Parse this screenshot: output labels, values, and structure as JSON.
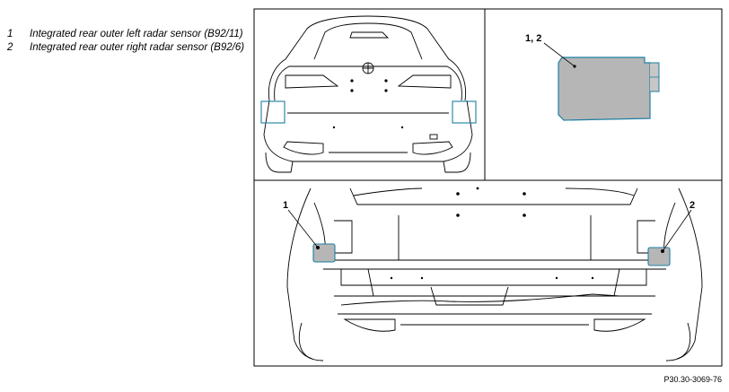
{
  "legend": [
    {
      "number": "1",
      "text": "Integrated rear outer left radar sensor (B92/11)"
    },
    {
      "number": "2",
      "text": "Integrated rear outer right radar sensor (B92/6)"
    }
  ],
  "callouts": {
    "sensor_detail": "1, 2",
    "left": "1",
    "right": "2"
  },
  "figure_code": "P30.30-3069-76",
  "colors": {
    "highlight_fill": "#b6b6b6",
    "highlight_stroke": "#1d7fa3",
    "line": "#000000"
  }
}
